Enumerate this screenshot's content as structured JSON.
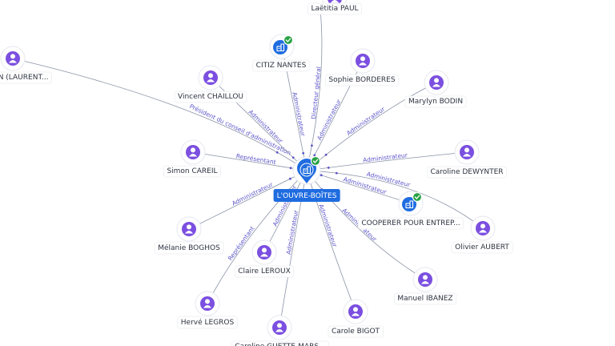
{
  "colors": {
    "person": "#7b4fe0",
    "company": "#1f6ce0",
    "edge": "#8a93a6",
    "edge_label": "#5b55c9",
    "check": "#27a243",
    "center": "#1f6ce0"
  },
  "center": {
    "label": "L'OUVRE-BOÎTES",
    "icon": "company-building-icon",
    "verified": true
  },
  "nodes": [
    {
      "id": "laetitia",
      "label": "Laëtitia PAUL",
      "type": "person",
      "relation": "Directeur général"
    },
    {
      "id": "citiz",
      "label": "CITIZ NANTES",
      "type": "company",
      "verified": true,
      "relation": "Administrateur"
    },
    {
      "id": "sophie",
      "label": "Sophie BORDERES",
      "type": "person",
      "relation": "Administrateur"
    },
    {
      "id": "laurent",
      "label": "AN (LAURENT...",
      "type": "person",
      "relation": "Président du conseil d'administration"
    },
    {
      "id": "vincent",
      "label": "Vincent CHAILLOU",
      "type": "person",
      "relation": "Administrateur"
    },
    {
      "id": "marylyn",
      "label": "Marylyn BODIN",
      "type": "person",
      "relation": "Administrateur"
    },
    {
      "id": "simon",
      "label": "Simon CAREIL",
      "type": "person",
      "relation": "Représentant"
    },
    {
      "id": "caroline_d",
      "label": "Caroline DEWYNTER",
      "type": "person",
      "relation": "Administrateur"
    },
    {
      "id": "cooperer",
      "label": "COOPERER POUR ENTREP...",
      "type": "company",
      "verified": true,
      "relation": "Administrateur"
    },
    {
      "id": "melanie",
      "label": "Mélanie BOGHOS",
      "type": "person",
      "relation": "Administrateur"
    },
    {
      "id": "olivier",
      "label": "Olivier AUBERT",
      "type": "person",
      "relation": "Administrateur"
    },
    {
      "id": "claire",
      "label": "Claire LEROUX",
      "type": "person",
      "relation": "Administrateur"
    },
    {
      "id": "manuel",
      "label": "Manuel IBANEZ",
      "type": "person",
      "relation": "Administrateur"
    },
    {
      "id": "herve",
      "label": "Hervé LEGROS",
      "type": "person",
      "relation": "Représentant"
    },
    {
      "id": "carole",
      "label": "Carole BIGOT",
      "type": "person",
      "relation": "Administrateur"
    },
    {
      "id": "caroline_g",
      "label": "Caroline GUETTE-MARS...",
      "type": "person",
      "relation": "Administrateur"
    }
  ]
}
